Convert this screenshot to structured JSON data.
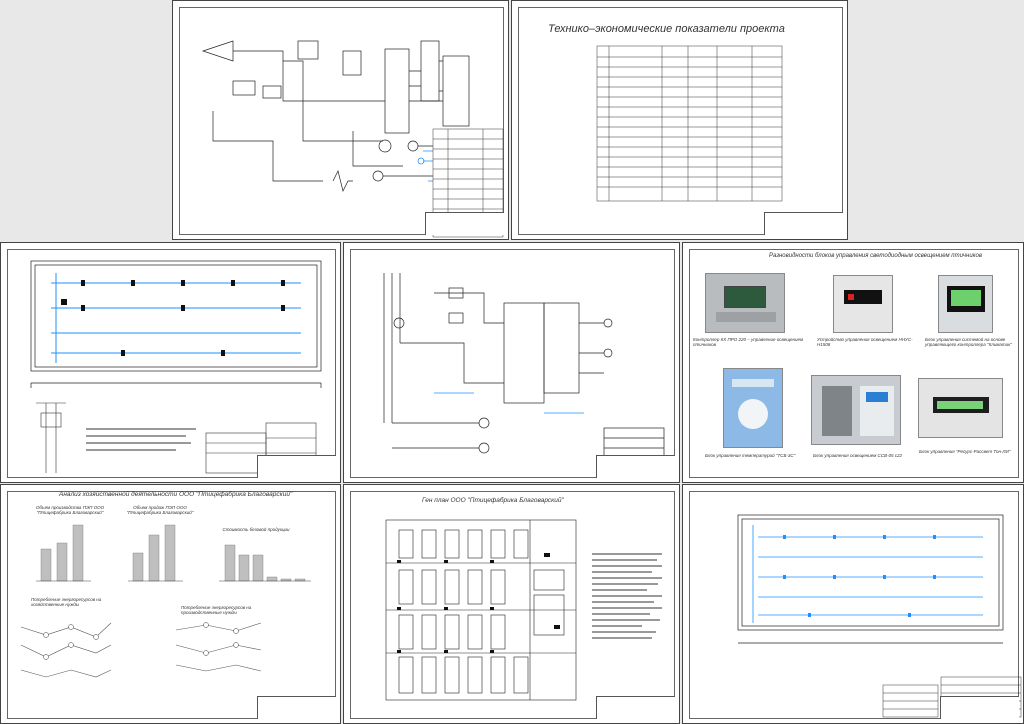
{
  "sheet_tag": "",
  "stamp_code": "",
  "s2": {
    "title": "Технико–экономические  показатели проекта"
  },
  "s6": {
    "title": "Разновидности блоков управления светодиодным освещением птичников",
    "captions": [
      "Контроллер КХ ПРО 220 – управление освещением птичников",
      "Устройство управления освещением ННУС-Н1508",
      "Блок управления системой на основе управляющего контроллера \"Климатик\"",
      "Блок управления температурой \"ТСБ-3С\"",
      "Блок управления освещением ССВ-05 с22",
      "Блок управления \"Ресурс-Рассвет Тон-ЛИ\""
    ]
  },
  "s7": {
    "title": "Анализ хозяйственной деятельности ООО \"Птицефабрика Благоварский\"",
    "chart_titles": [
      "Объем производства ПЭП ООО \"Птицефабрика Благоварский\"",
      "Объем продаж ПЭП ООО \"Птицефабрика Благоварский\"",
      "Стоимость безовой продукции"
    ],
    "graph_titles": [
      "Потребление энергоресурсов на хозяйственные нужды",
      "Потребление энергоресурсов на производственные нужды"
    ]
  },
  "s8": {
    "title": "Ген план ООО \"Птицефабрика Благоварский\""
  },
  "colors": {
    "line": "#1a1a1a",
    "accent": "#1e90ff",
    "sheet_bg": "#ffffff",
    "page_bg": "#e8e8e8"
  }
}
